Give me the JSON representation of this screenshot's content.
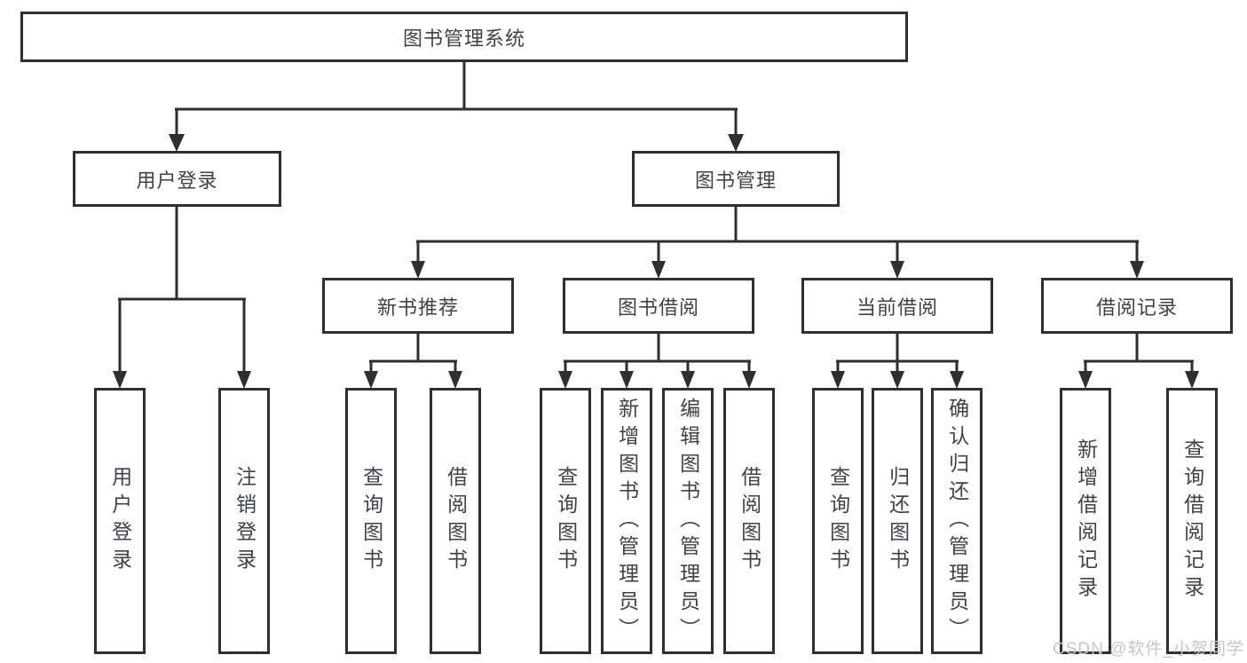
{
  "diagram": {
    "root": {
      "label": "图书管理系统"
    },
    "level2": [
      {
        "label": "用户登录"
      },
      {
        "label": "图书管理"
      }
    ],
    "level3": [
      {
        "label": "新书推荐"
      },
      {
        "label": "图书借阅"
      },
      {
        "label": "当前借阅"
      },
      {
        "label": "借阅记录"
      }
    ],
    "leaves": {
      "login": [
        "用户登录",
        "注销登录"
      ],
      "recommend": [
        "查询图书",
        "借阅图书"
      ],
      "borrow": [
        "查询图书",
        "新增图书（管理员）",
        "编辑图书（管理员）",
        "借阅图书"
      ],
      "current": [
        "查询图书",
        "归还图书",
        "确认归还（管理员）"
      ],
      "records": [
        "新增借阅记录",
        "查询借阅记录"
      ]
    }
  },
  "watermark": {
    "text": "CSDN @软件_小贺同学"
  },
  "colors": {
    "line": "#2f2f2f",
    "text": "#3f4347",
    "watermark": "#c7c7c7",
    "background": "#ffffff"
  }
}
